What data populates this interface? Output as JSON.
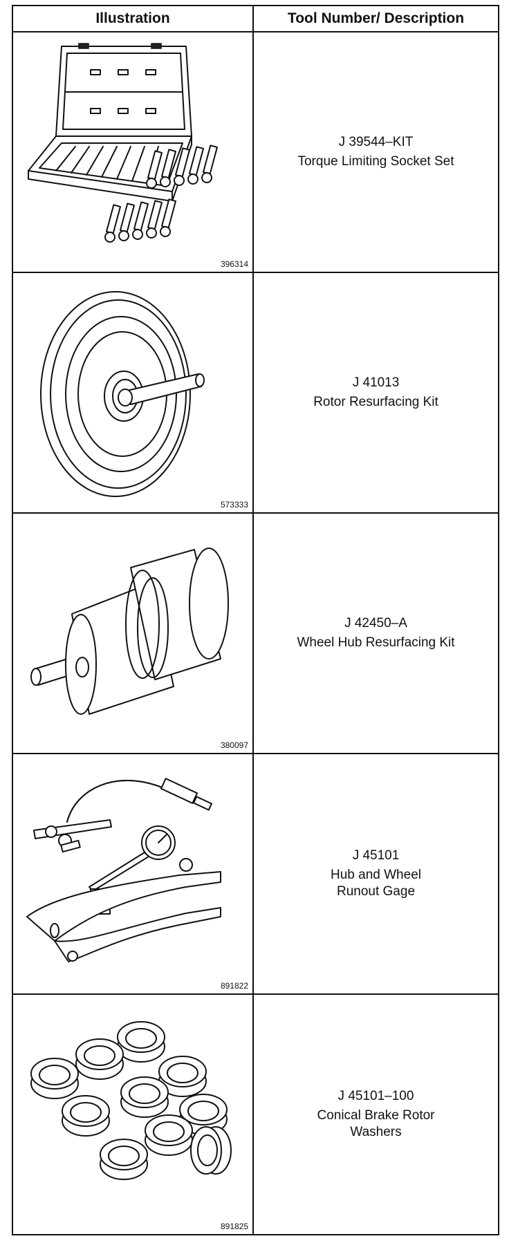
{
  "table": {
    "headers": {
      "illustration": "Illustration",
      "tool": "Tool Number/ Description"
    },
    "rows": [
      {
        "figure": "396314",
        "tool_number": "J 39544–KIT",
        "description": "Torque Limiting Socket Set",
        "icon": "socket-set-case-illustration"
      },
      {
        "figure": "573333",
        "tool_number": "J 41013",
        "description": "Rotor Resurfacing Kit",
        "icon": "rotor-disc-illustration"
      },
      {
        "figure": "380097",
        "tool_number": "J 42450–A",
        "description": "Wheel Hub Resurfacing Kit",
        "icon": "hub-cylinder-illustration"
      },
      {
        "figure": "891822",
        "tool_number": "J 45101",
        "description": "Hub and Wheel Runout Gage",
        "icon": "runout-gage-illustration"
      },
      {
        "figure": "891825",
        "tool_number": "J 45101–100",
        "description": "Conical Brake Rotor Washers",
        "icon": "conical-washers-illustration"
      }
    ]
  }
}
